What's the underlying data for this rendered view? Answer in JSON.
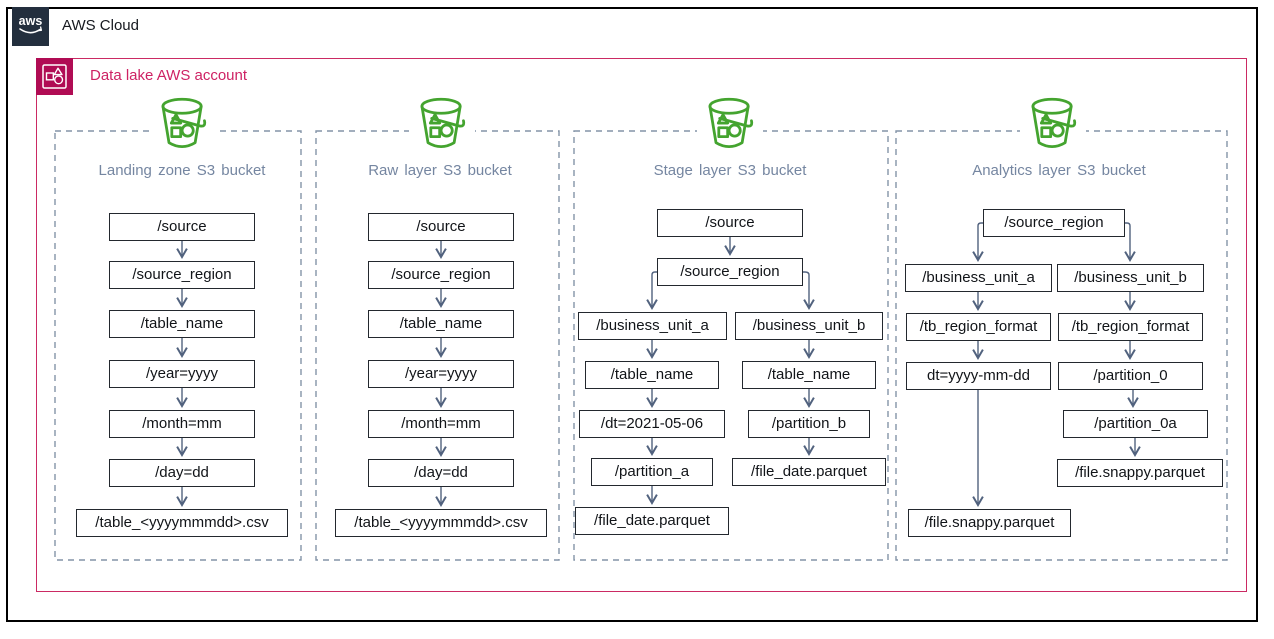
{
  "header": {
    "logo_text": "aws",
    "title": "AWS Cloud"
  },
  "account": {
    "label": "Data lake AWS account"
  },
  "colors": {
    "aws_navy": "#232F3E",
    "account_pink_border": "#CB2A63",
    "account_pink_text": "#CE2264",
    "account_icon_fill": "#B00C54",
    "bucket_green": "#44A42F",
    "column_title_slate": "#7586A1",
    "arrow_slate": "#51627E",
    "dashed_border": "#8494A7",
    "node_border": "#23282E"
  },
  "columns": [
    {
      "title": "Landing zone S3 bucket",
      "icon": "s3-bucket-icon",
      "nodes": [
        "/source",
        "/source_region",
        "/table_name",
        "/year=yyyy",
        "/month=mm",
        "/day=dd",
        "/table_<yyyymmmdd>.csv"
      ]
    },
    {
      "title": "Raw layer S3 bucket",
      "icon": "s3-bucket-icon",
      "nodes": [
        "/source",
        "/source_region",
        "/table_name",
        "/year=yyyy",
        "/month=mm",
        "/day=dd",
        "/table_<yyyymmmdd>.csv"
      ]
    },
    {
      "title": "Stage layer S3 bucket",
      "icon": "s3-bucket-icon",
      "root": [
        "/source",
        "/source_region"
      ],
      "branch_a": [
        "/business_unit_a",
        "/table_name",
        "/dt=2021-05-06",
        "/partition_a",
        "/file_date.parquet"
      ],
      "branch_b": [
        "/business_unit_b",
        "/table_name",
        "/partition_b",
        "/file_date.parquet"
      ]
    },
    {
      "title": "Analytics layer S3 bucket",
      "icon": "s3-bucket-icon",
      "root": [
        "/source_region"
      ],
      "branch_a": [
        "/business_unit_a",
        "/tb_region_format",
        "dt=yyyy-mm-dd",
        "/file.snappy.parquet"
      ],
      "branch_b": [
        "/business_unit_b",
        "/tb_region_format",
        "/partition_0",
        "/partition_0a",
        "/file.snappy.parquet"
      ]
    }
  ]
}
